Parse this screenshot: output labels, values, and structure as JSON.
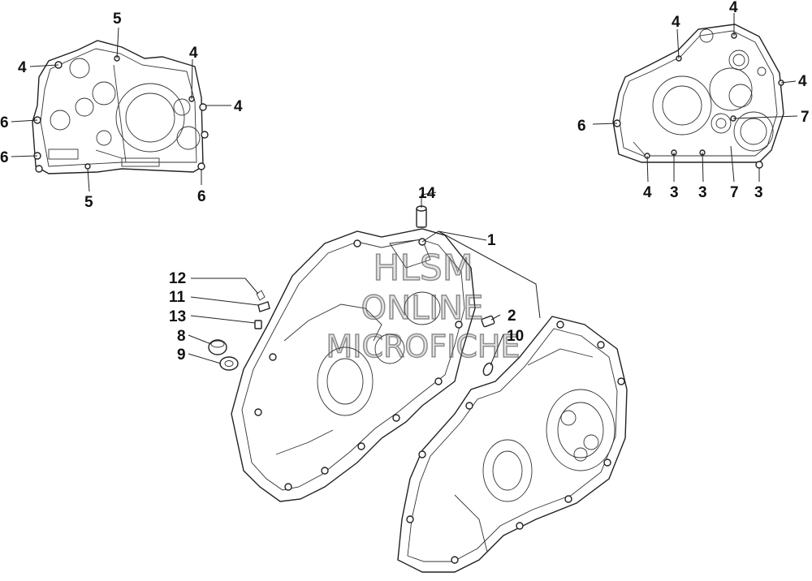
{
  "watermark": {
    "line1": "HLSM",
    "line2": "ONLINE",
    "line3": "MICROFICHE"
  },
  "callouts": {
    "left_5_top": "5",
    "left_4_left": "4",
    "left_4_right_top": "4",
    "left_4_right_mid": "4",
    "left_6_upper": "6",
    "left_6_lower": "6",
    "left_5_bottom": "5",
    "left_6_bottom_right": "6",
    "right_4_top_left": "4",
    "right_4_top": "4",
    "right_4_right": "4",
    "right_6": "6",
    "right_7_right": "7",
    "right_4_bottom": "4",
    "right_3_a": "3",
    "right_3_b": "3",
    "right_7_bottom": "7",
    "right_3_c": "3",
    "main_14": "14",
    "main_1": "1",
    "main_12": "12",
    "main_11": "11",
    "main_13": "13",
    "main_8": "8",
    "main_9": "9",
    "main_2": "2",
    "main_10": "10"
  }
}
